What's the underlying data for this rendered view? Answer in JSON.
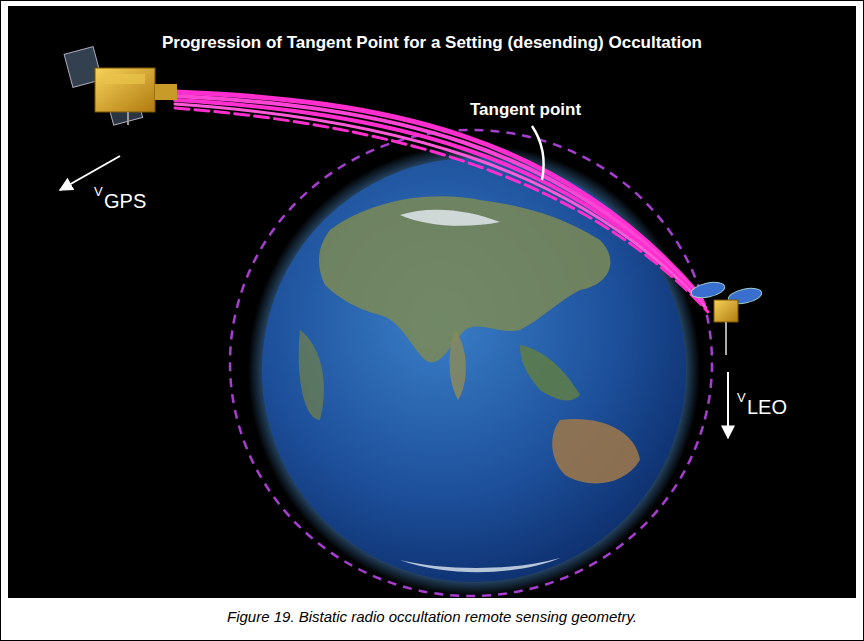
{
  "diagram": {
    "title": "Progression of Tangent Point for a Setting (desending) Occultation",
    "caption": "Figure 19. Bistatic radio occultation remote sensing geometry.",
    "labels": [
      "Tangent point",
      "V",
      "GPS",
      "V",
      "LEO"
    ]
  }
}
